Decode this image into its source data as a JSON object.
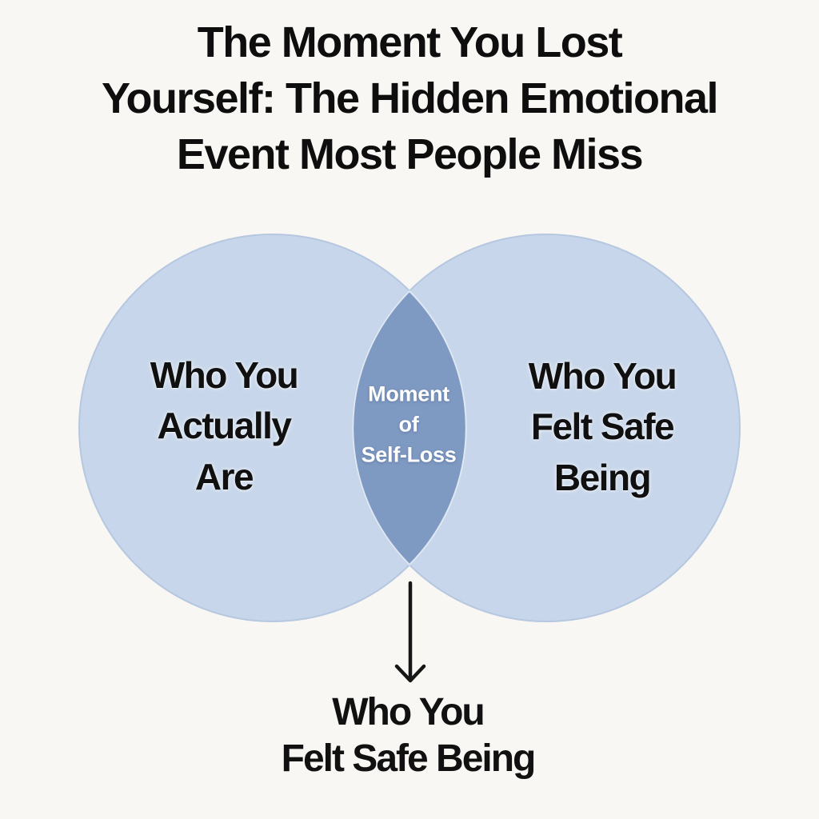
{
  "title": {
    "text": "The Moment You Lost\nYourself: The Hidden Emotional\nEvent Most People Miss"
  },
  "venn": {
    "left_circle": {
      "label": "Who You\nActually\nAre",
      "fill": "#c7d6ea",
      "edge": "#b6c7e0"
    },
    "right_circle": {
      "label": "Who You\nFelt Safe\nBeing",
      "fill": "#c7d6ea",
      "edge": "#b6c7e0"
    },
    "overlap": {
      "label": "Moment\nof\nSelf-Loss",
      "fill": "#7e99c2",
      "edge": "#dfe7f2",
      "text_color": "#ffffff"
    }
  },
  "annotation": {
    "arrow_icon": "down-arrow",
    "label": "Who You\nFelt Safe Being",
    "arrow_color": "#161616"
  },
  "colors": {
    "background": "#f8f7f3",
    "title_text": "#0e0e0e",
    "label_text": "#101010"
  }
}
